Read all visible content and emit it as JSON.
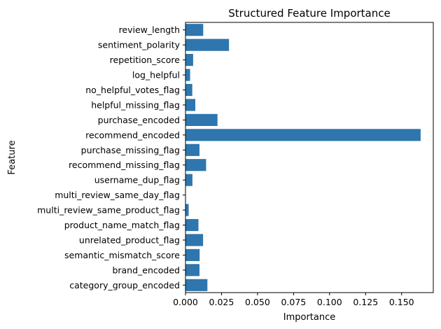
{
  "chart_data": {
    "type": "bar",
    "orientation": "horizontal",
    "title": "Structured Feature Importance",
    "xlabel": "Importance",
    "ylabel": "Feature",
    "xlim": [
      0,
      0.172
    ],
    "xticks": [
      "0.000",
      "0.025",
      "0.050",
      "0.075",
      "0.100",
      "0.125",
      "0.150"
    ],
    "grid": false,
    "categories": [
      "review_length",
      "sentiment_polarity",
      "repetition_score",
      "log_helpful",
      "no_helpful_votes_flag",
      "helpful_missing_flag",
      "purchase_encoded",
      "recommend_encoded",
      "purchase_missing_flag",
      "recommend_missing_flag",
      "username_dup_flag",
      "multi_review_same_day_flag",
      "multi_review_same_product_flag",
      "product_name_match_flag",
      "unrelated_product_flag",
      "semantic_mismatch_score",
      "brand_encoded",
      "category_group_encoded"
    ],
    "values": [
      0.0123,
      0.0302,
      0.0053,
      0.0032,
      0.0047,
      0.0068,
      0.0222,
      0.1632,
      0.0097,
      0.0143,
      0.0048,
      0.0001,
      0.0022,
      0.009,
      0.0122,
      0.0098,
      0.0097,
      0.0152
    ],
    "bar_color": "#2e76ad"
  }
}
